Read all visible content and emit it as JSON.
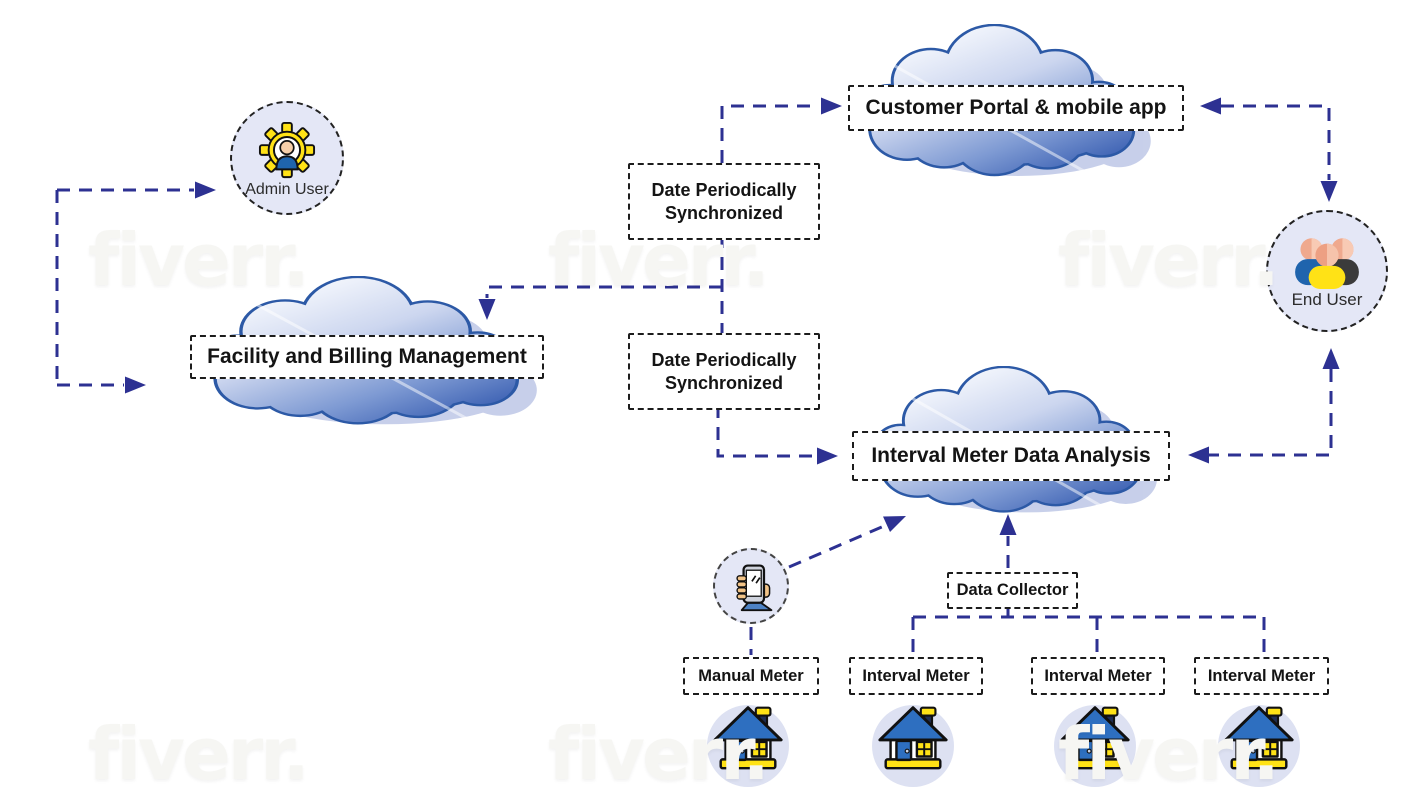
{
  "watermark": {
    "text": "fiverr."
  },
  "colors": {
    "connector": "#2d3192",
    "cloud_fill_top": "#f8fafe",
    "cloud_fill_bottom": "#3a5fb2",
    "cloud_outline": "#2c59a6",
    "accent_yellow": "#ffe216",
    "accent_blue": "#2e6fc0",
    "skin_tone": "#f2b49c",
    "circle_fill": "#e4e7f6"
  },
  "clouds": {
    "customer_portal": {
      "label": "Customer Portal & mobile app"
    },
    "facility": {
      "label": "Facility and Billing Management"
    },
    "interval_analysis": {
      "label": "Interval Meter Data Analysis"
    }
  },
  "actors": {
    "admin_user": {
      "label": "Admin User",
      "icon": "gear-user-icon"
    },
    "end_user": {
      "label": "End User",
      "icon": "user-group-icon"
    },
    "meter_reader": {
      "icon": "hand-phone-icon"
    }
  },
  "process_boxes": {
    "sync_top": {
      "label": "Date Periodically Synchronized"
    },
    "sync_bottom": {
      "label": "Date Periodically Synchronized"
    },
    "data_collector": {
      "label": "Data Collector"
    }
  },
  "meters": [
    {
      "label": "Manual Meter",
      "icon": "house-icon"
    },
    {
      "label": "Interval Meter",
      "icon": "house-icon"
    },
    {
      "label": "Interval Meter",
      "icon": "house-icon"
    },
    {
      "label": "Interval Meter",
      "icon": "house-icon"
    }
  ]
}
